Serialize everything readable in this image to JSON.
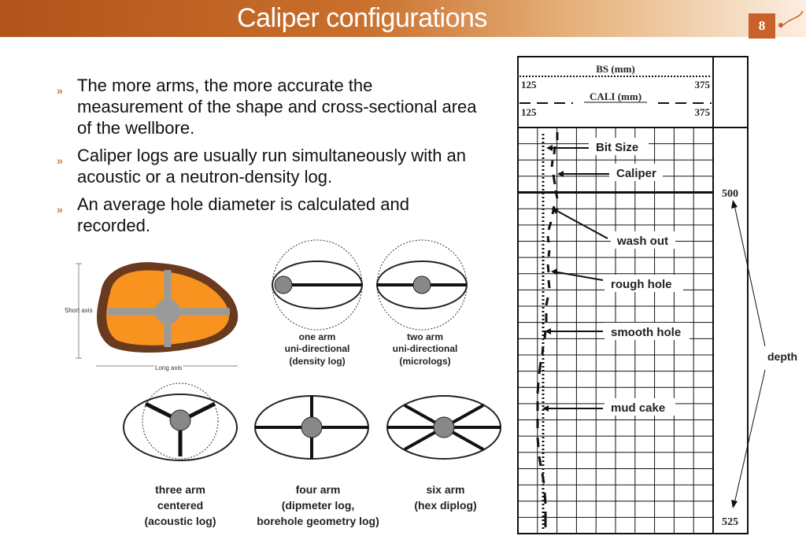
{
  "slide": {
    "title": "Caliper configurations",
    "page_number": "8",
    "accent_color": "#b2531b"
  },
  "bullets": [
    "The more arms, the more accurate the measurement of the shape and cross-sectional area of the wellbore.",
    "Caliper logs are usually run simultaneously with an acoustic or a neutron-density log.",
    "An average hole diameter is calculated and recorded."
  ],
  "hole_shape": {
    "short_axis": "Short axis",
    "long_axis": "Long axis",
    "fill_color": "#f7931e"
  },
  "configurations": {
    "one_arm": [
      "one arm",
      "uni-directional",
      "(density log)"
    ],
    "two_arm": [
      "two arm",
      "uni-directional",
      "(micrologs)"
    ],
    "three_arm": [
      "three arm",
      "centered",
      "(acoustic log)"
    ],
    "four_arm": [
      "four arm",
      "(dipmeter log,",
      "borehole geometry log)"
    ],
    "six_arm": [
      "six arm",
      "(hex diplog)"
    ]
  },
  "log_track": {
    "bs_header": "BS (mm)",
    "bs_min": "125",
    "bs_max": "375",
    "cali_header": "CALI (mm)",
    "cali_min": "125",
    "cali_max": "375",
    "depth_top": "500",
    "depth_bottom": "525",
    "depth_label": "depth",
    "annotations": {
      "bit_size": "Bit Size",
      "caliper": "Caliper",
      "wash_out": "wash out",
      "rough_hole": "rough hole",
      "smooth_hole": "smooth hole",
      "mud_cake": "mud cake"
    }
  }
}
